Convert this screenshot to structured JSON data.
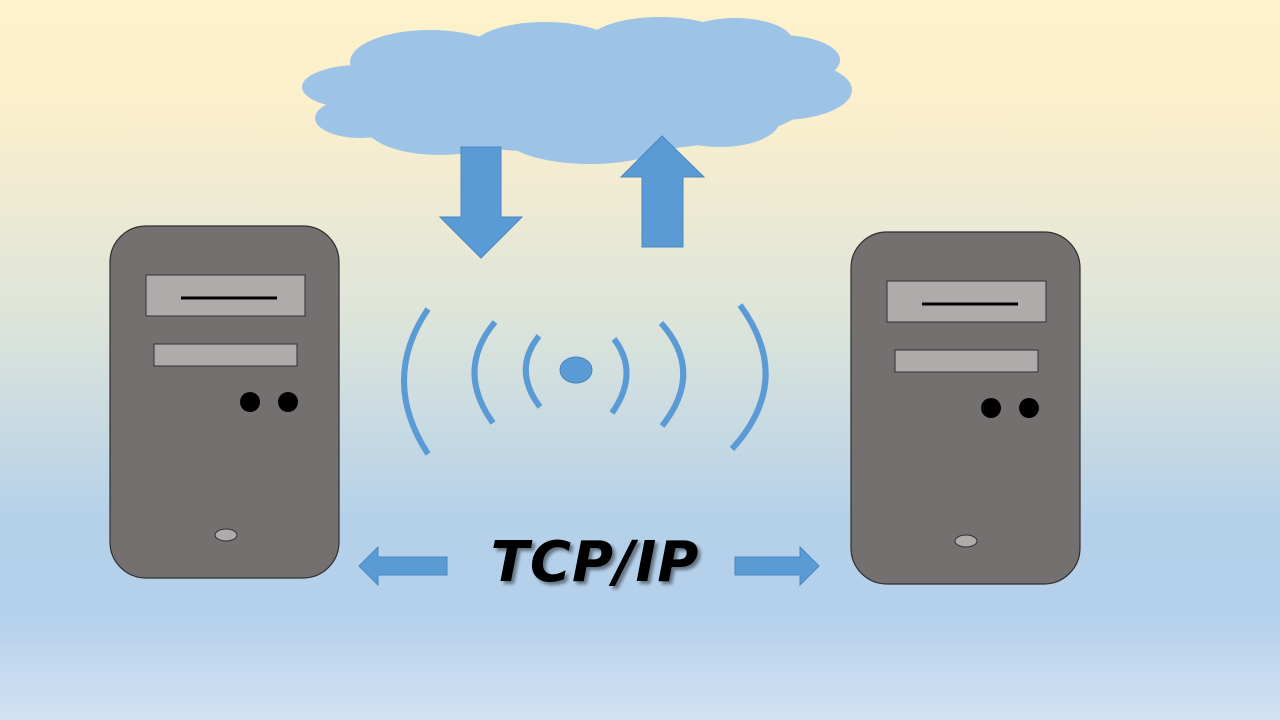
{
  "diagram": {
    "label": "TCP/IP",
    "nodes": [
      {
        "name": "cloud",
        "icon": "cloud-icon"
      },
      {
        "name": "left-server",
        "icon": "server-tower-icon"
      },
      {
        "name": "right-server",
        "icon": "server-tower-icon"
      },
      {
        "name": "wireless-signal",
        "icon": "wifi-broadcast-icon"
      }
    ],
    "arrows": [
      {
        "name": "cloud-down-arrow",
        "direction": "down"
      },
      {
        "name": "cloud-up-arrow",
        "direction": "up"
      },
      {
        "name": "left-arrow",
        "direction": "left"
      },
      {
        "name": "right-arrow",
        "direction": "right"
      }
    ]
  },
  "colors": {
    "background_top": "#FEF2CC",
    "background_bottom": "#B4D1EC",
    "cloud": "#9DC3E6",
    "arrow": "#5B9BD5",
    "server_body": "#757070",
    "server_drive": "#AFABAB",
    "outline": "#2F2F2F"
  }
}
